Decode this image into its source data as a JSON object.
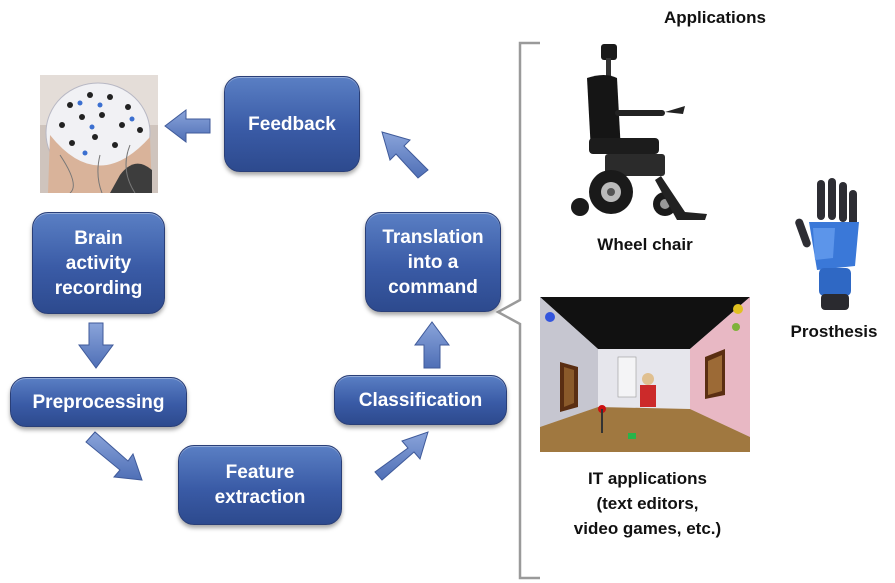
{
  "diagram": {
    "boxes": {
      "feedback": "Feedback",
      "brain": "Brain\nactivity\nrecording",
      "preprocessing": "Preprocessing",
      "feature": "Feature\nextraction",
      "classification": "Classification",
      "translation": "Translation\ninto a\ncommand"
    }
  },
  "applications": {
    "title": "Applications",
    "wheelchair": "Wheel chair",
    "prosthesis": "Prosthesis",
    "it": "IT applications\n(text editors,\nvideo games, etc.)"
  },
  "colors": {
    "box": "#3a5ba6",
    "arrow": "#5d7fc6"
  }
}
